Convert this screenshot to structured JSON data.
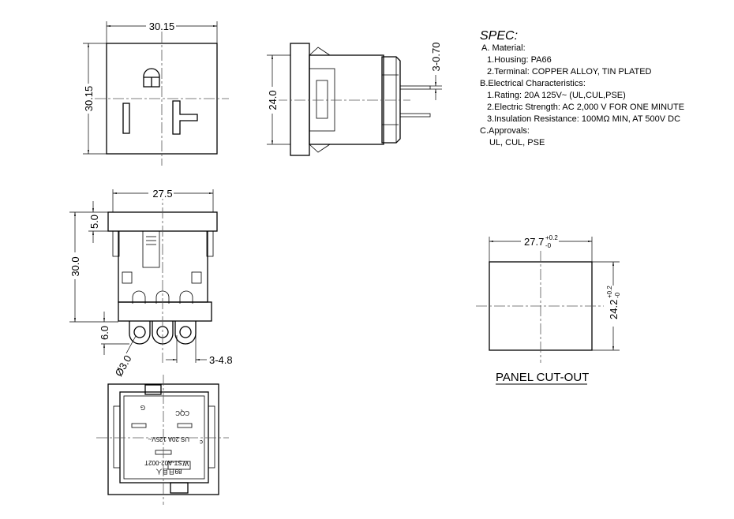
{
  "spec": {
    "title": "SPEC:",
    "lines": [
      "A. Material:",
      "1.Housing: PA66",
      "2.Terminal: COPPER ALLOY, TIN PLATED",
      "B.Electrical Characteristics:",
      "1.Rating:  20A 125V~  (UL,CUL,PSE)",
      "2.Electric Strength: AC 2,000 V FOR ONE MINUTE",
      "3.Insulation Resistance: 100MΩ MIN, AT 500V DC",
      "C.Approvals:",
      "UL, CUL, PSE"
    ]
  },
  "front_view": {
    "width": "30.15",
    "height": "30.15"
  },
  "side_view": {
    "height": "24.0",
    "pin": "3-0.70"
  },
  "top_view": {
    "width": "27.5",
    "flange": "5.0",
    "height": "30.0",
    "terminal": "6.0",
    "hole": "Ø3.0",
    "tab": "3-4.8"
  },
  "bottom_view": {
    "model": "ST-A02-002T",
    "rating": "20A 125V~",
    "ground": "G",
    "w": "W",
    "cqc": "CQC",
    "date": "89日且人",
    "ul_us": "US",
    "ul_c": "c"
  },
  "panel_cutout": {
    "width": "27.7",
    "width_tol_plus": "+0.2",
    "width_tol_minus": "-0",
    "height": "24.2",
    "height_tol_plus": "+0.2",
    "height_tol_minus": "-0",
    "label": "PANEL CUT-OUT"
  }
}
